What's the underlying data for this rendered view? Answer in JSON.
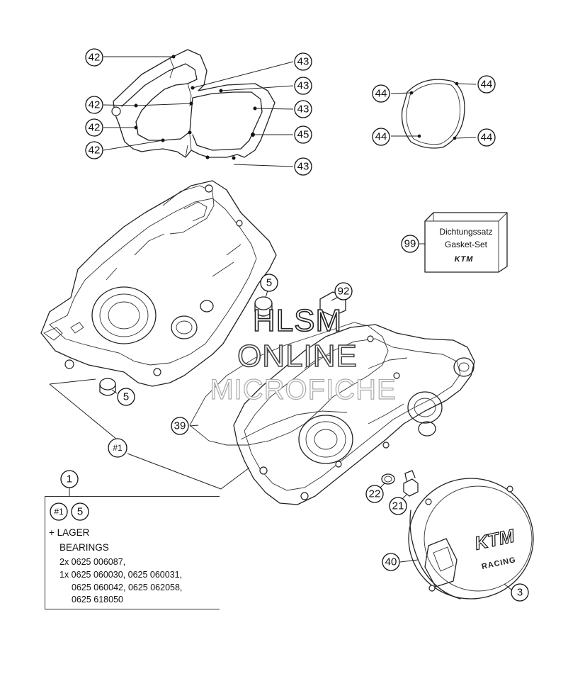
{
  "callouts": {
    "c42a": "42",
    "c42b": "42",
    "c42c": "42",
    "c42d": "42",
    "c43a": "43",
    "c43b": "43",
    "c43c": "43",
    "c43d": "43",
    "c45": "45",
    "c44a": "44",
    "c44b": "44",
    "c44c": "44",
    "c44d": "44",
    "c99": "99",
    "c5a": "5",
    "c5b": "5",
    "c92": "92",
    "c39": "39",
    "c1hash": "#1",
    "c1": "1",
    "c22": "22",
    "c21": "21",
    "c40": "40",
    "c3": "3",
    "leg_hash": "#1",
    "leg_5": "5"
  },
  "gasket_set": {
    "label_de": "Dichtungssatz",
    "label_en": "Gasket-Set",
    "logo": "KTM"
  },
  "legend": {
    "line1": "+ LAGER",
    "line2": "BEARINGS",
    "parts": [
      "2x 0625 006087,",
      "1x 0625 060030, 0625 060031,",
      "0625 060042, 0625 062058,",
      "0625 618050"
    ]
  },
  "cover_text": {
    "logo": "KTM",
    "sub": "RACING"
  },
  "watermark": {
    "line1": "HLSM",
    "line2": "ONLINE",
    "line3": "MICROFICHE"
  }
}
